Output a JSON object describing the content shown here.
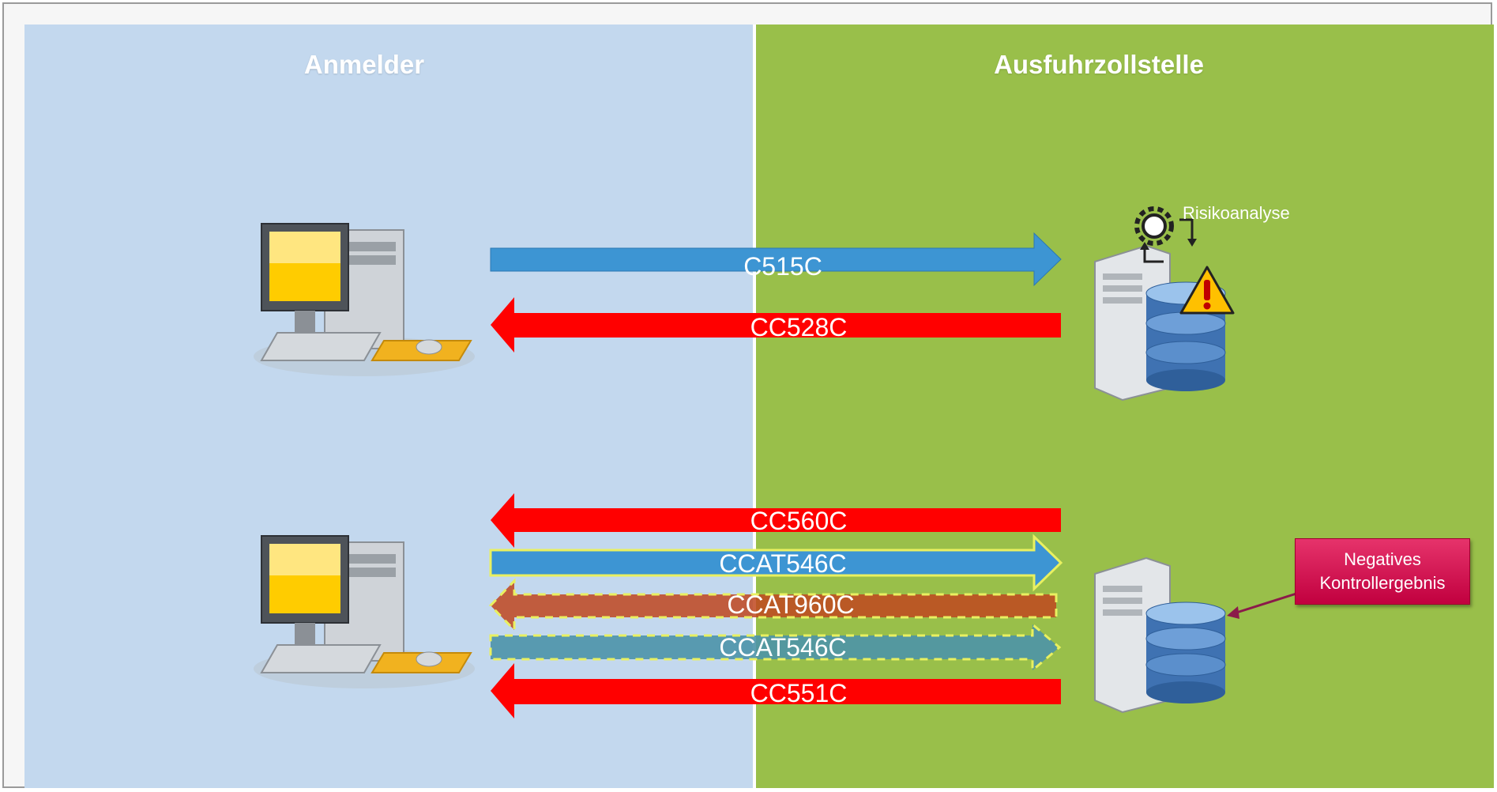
{
  "lanes": {
    "left_title": "Anmelder",
    "right_title": "Ausfuhrzollstelle"
  },
  "messages": {
    "m1": "C515C",
    "m2": "CC528C",
    "m3": "CC560C",
    "m4": "CCAT546C",
    "m5": "CCAT960C",
    "m6": "CCAT546C",
    "m7": "CC551C"
  },
  "annotations": {
    "risk_analysis": "Risikoanalyse",
    "result_line1": "Negatives",
    "result_line2": "Kontrollergebnis"
  },
  "colors": {
    "lane_left": "#c3d8ee",
    "lane_right": "#99bf4a",
    "arrow_blue": "#3d95d3",
    "arrow_red": "#ff0000",
    "arrow_brown": "#c0461f",
    "arrow_teal": "#4c94a8",
    "dashed_outline": "#e9f060",
    "result_box": "#d6134f"
  },
  "icons": [
    "desktop-computer-icon",
    "server-database-icon",
    "gear-icon",
    "warning-icon"
  ]
}
